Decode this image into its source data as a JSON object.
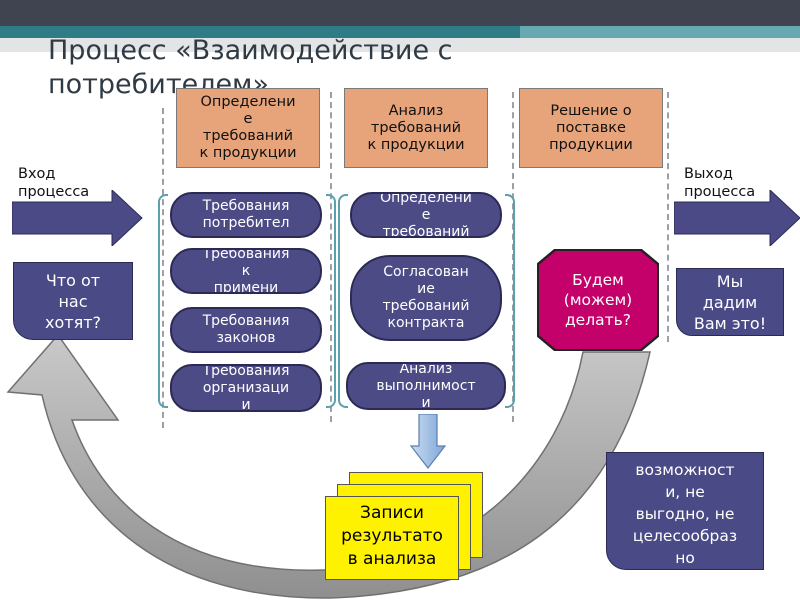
{
  "title": "Процесс «Взаимодействие с\nпотребителем»",
  "input_label": "Вход\nпроцесса",
  "output_label": "Выход\nпроцесса",
  "input_question": "Что от\nнас\nхотят?",
  "output_answer": "Мы\nдадим\nВам это!",
  "stages": [
    {
      "label": "Определени\nе\nтребований\nк продукции"
    },
    {
      "label": "Анализ\nтребований\nк продукции"
    },
    {
      "label": "Решение о\nпоставке\nпродукции"
    }
  ],
  "col1_items": [
    {
      "label": "Требования\nпотребител"
    },
    {
      "label": "Требования\nк\nпримени"
    },
    {
      "label": "Требования\nзаконов"
    },
    {
      "label": "Требования\nорганизаци\nи"
    }
  ],
  "col2_items": [
    {
      "label": "Определени\nе\nтребований"
    },
    {
      "label": "Согласован\nие\nтребований\nконтракта"
    },
    {
      "label": "Анализ\nвыполнимост\nи"
    }
  ],
  "decision": "Будем\n(можем)\nделать?",
  "records": "Записи\nрезультато\nв анализа",
  "negative_note": "возможност\nи, не\nвыгодно, не\nцелесообраз\nно"
}
